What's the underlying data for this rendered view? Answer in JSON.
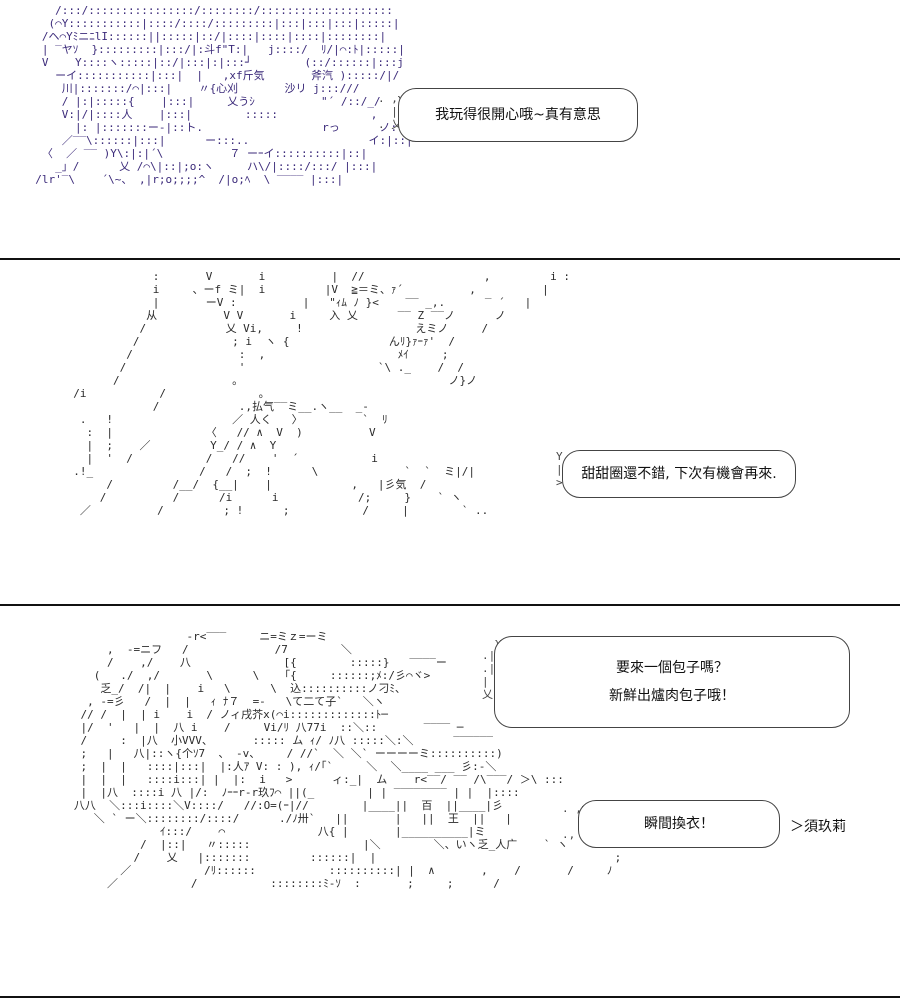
{
  "panels": [
    {
      "art": "     /:::/::::::::::::::::/::::::::/::::::::::::::::::::\n    (⌒Y:::::::::::|::::/::::/:::::::::|:::|:::|:::|:::::|\n   /ヘ⌒YﾐニﾆlI::::::||:::::|::/|::::|::::|::::|::::::::|\n   | ‾ヤｿ  }:::::::::|:::/|:斗f\"T:|   j::::/  ﾘ/|⌒:ﾄ|:::::|\n   V    Y::::ヽ:::::|::/|:::|:|:::┘        (::/::::::|:::j\n     ーイ:::::::::::|:::|  |   ,xf斤気       斧汽 ):::::/|/\n      川|:::::::/⌒|:::|    〃{心刈       沙リ j:::/// \n      / |:|:::::{    |:::|     乂うｼ          \"´ /::/_/\n      V:|/|::::人    |:::|        :::::              ,   :::: j::;\n        |: |:::::::ー-|::ト.                  rっ      ノ:!\n      ／‾‾\\::::::|:::|      ー:::..                  イ:|::|\n   〈  ／ ‾‾ )Y\\:|:|´\\          ７ ーｰイ::::::::::|::|\n     _」/      乂 /⌒\\|::|;o:ヽ     ハ\\/|::::/:::/ |:::|\n  /lr'‾\\    ´\\~、 ,|r;o;;;;^  /|o;ﾍ  \\ ‾‾‾‾ |:::|",
      "bubble": {
        "lines": [
          "我玩得很開心哦~真有意思"
        ]
      },
      "tail": ". ,γ\n  |\n. 乂"
    },
    {
      "art": "              :       V       i          |  //                  ,         i :\n              i     、ーf ミ|  i         |V  ≧＝ミ、ｧ´          ,          |\n              |       ーV :          |   \"ｨﾑ ﾉ }<    ‾‾ _,.      ‾ ´   |\n             从          V V       i     入 乂      ‾‾ Z ‾‾ノ      ノ\n            /            乂 Vi,     !                 えミノ     /\n           /              ; i  ヽ {               んﾘ}ｧｰｧ'  /\n          /                :  ,                    ﾒｲ     ;\n         /                 '                    `\\ ._    /  /\n        /                 。                               ノ}ノ\n  /i           /              。\n              /            .,払气‾‾ミ__.ヽ__  _-\n   .   !                  ／ 人く   〉         `  ﾘ\n    :  |              〈   // ∧  V  )          V\n    |  ;    ／         Y_/ / ∧  Y\n    |  '  /           /   //    '  ´           i\n  .!_                /   /  ;  !      \\             `  `  ミ|/|\n       /         /__/  {__|    |            ,   |彡気  /\n      /          /      /i      i            /;     }    ` ヽ\n   ／          /         ; !      ;           /     |        ` ..",
      "bubble": {
        "lines": [
          "甜甜圈還不錯, 下次有機會再來."
        ]
      },
      "tail": "Y\n|\n>"
    },
    {
      "art": "                    -r<‾‾‾     ニ=ミｚ=ーミ\n        ,  -=ニフ   /             /7        ＼\n        /    ,/    八              [{        :::::}   ‾‾‾‾ー\n      (   ./  ,/       \\      \\   「{     ::::::;ﾒ:/彡⌒ヾ>\n       乏_/  /|  |    i   \\      \\  込::::::::::ノ刁ﾐ、\n     , ‐=彡   /  |  |   ｨ ﾅ７  =‐   \\て二て子`   ＼ヽ\n    // /  |  | i    i  / ノィ戌芥x(⌒i:::::::::::::ﾄ─\n    |/  '   |  |  八 i    /     Vi/ﾘ 八77i  ::＼::       ‾‾‾‾ ─\n    /     :  |八  小VVV、      ::::: ム ｨ/ ﾉ八 :::::＼:＼      ‾‾‾‾‾‾\n    ;   |   八|::ヽ{个ｿ7  、 -v、    / //`  ＼ ＼` ーーーーミ::::::::::)\n    ;  |  |   ::::|:::|  |:人ｱ V: : ), ｨ/｢`     ＼  ＼____ ___ 彡:-＼\n    |  |  |   ::::i:::| |  |:  i   >      ィ:_|  ム    r<‾‾/ ‾‾ /\\‾‾‾/ ＞\\ :::\n    |  |八  ::::i 八 |/:  ﾉｰｰr-r玖ﾌ⌒ ||(_        | | ‾‾‾‾‾‾‾‾ | |  |::::\n   八八  ＼:::i::::＼V::::/   //:O=(ｰ|//        |____||  百  ||____|彡\n      ＼ ` ー＼::::::::/::::/      ./ﾉ卅`   ||       |   ||  王  ||   |\n                ｲ:::/    ⌒              八{ |       |__________|ミ\n             /  |::|   〃:::::                 |＼        ＼、いヽ乏_人广    ` ヽ\n            /    乂   |:::::::         ::::::|  |                                    ;\n          ／           /ﾘ::::::           ::::::::::| |  ∧       ,    /       /     ﾉ\n        ／           /           ::::::::ﾐ-ｿ  :       ;     ;      /",
      "bubble_top": {
        "lines": [
          "要來一個包子嗎？",
          "新鮮出爐肉包子哦！"
        ]
      },
      "tail_top": "  γ\n.|\n.|\n|\n乂",
      "bubble_bottom": {
        "lines": [
          "瞬間換衣！"
        ]
      },
      "tail_bottom": ". ,γ\n  |\n.,ゝ",
      "speaker": "＞須玖莉"
    }
  ]
}
